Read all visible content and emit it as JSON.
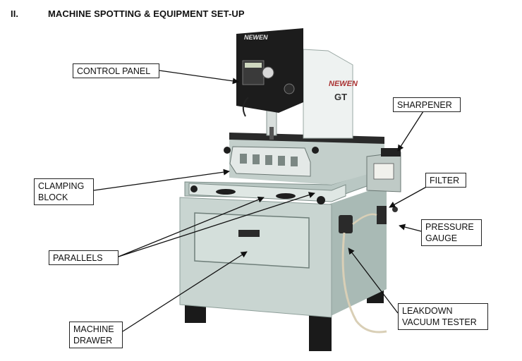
{
  "section": {
    "number": "II.",
    "title": "MACHINE SPOTTING & EQUIPMENT SET-UP"
  },
  "machine": {
    "brand": "NEWEN",
    "model": "GT"
  },
  "callouts": {
    "control_panel": "CONTROL PANEL",
    "sharpener": "SHARPENER",
    "clamping_block": "CLAMPING\nBLOCK",
    "filter": "FILTER",
    "pressure_gauge": "PRESSURE\nGAUGE",
    "parallels": "PARALLELS",
    "leakdown_vacuum_tester": "LEAKDOWN\nVACUUM TESTER",
    "machine_drawer": "MACHINE\nDRAWER"
  },
  "colors": {
    "machine_body": "#c7d3cf",
    "machine_shadow": "#9fb0ab",
    "head_dark": "#1c1c1c",
    "legs": "#1a1a1a"
  }
}
